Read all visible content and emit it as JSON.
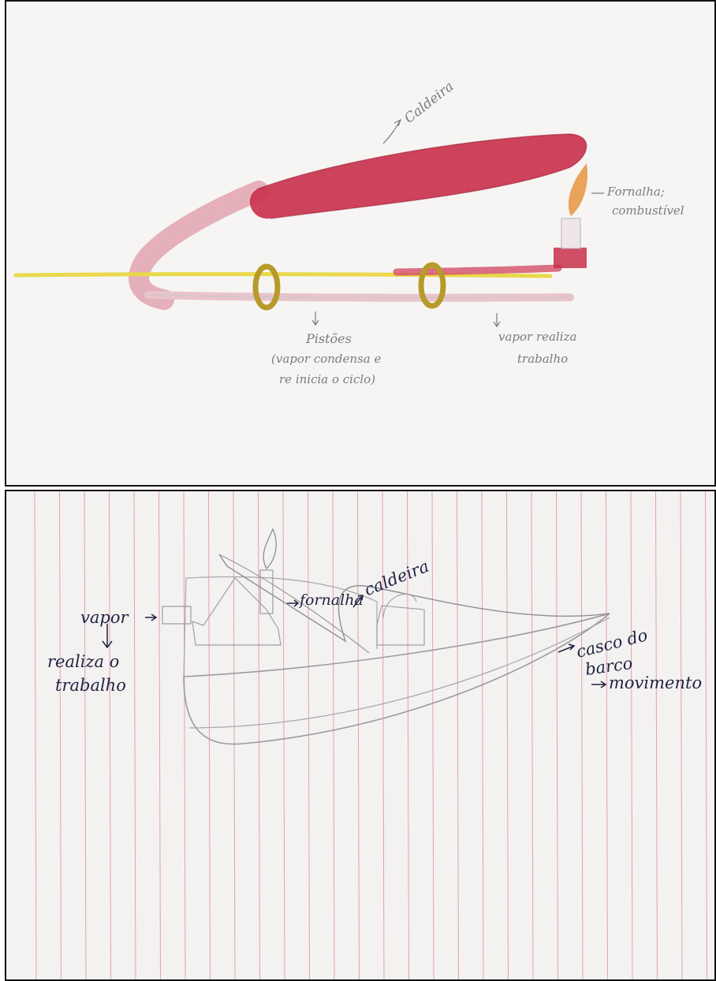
{
  "top_drawing": {
    "labels": {
      "caldeira": "Caldeira",
      "fornalha_line1": "Fornalha;",
      "fornalha_line2": "combustível",
      "pistoes": "Pistões",
      "pistoes_note_line1": "(vapor condensa e",
      "pistoes_note_line2": "re inicia o ciclo)",
      "vapor_line1": "vapor realiza",
      "vapor_line2": "trabalho"
    },
    "colors": {
      "boiler": "#c9304a",
      "pipe": "#e2a3ae",
      "rail": "#e8d84a",
      "ring": "#b89a2a",
      "flame": "#e9a35a"
    }
  },
  "bottom_drawing": {
    "labels": {
      "caldeira": "caldeira",
      "casco_line1": "casco do",
      "casco_line2": "barco",
      "fornalha": "fornalha",
      "vapor": "vapor",
      "realiza_line1": "realiza o",
      "realiza_line2": "trabalho",
      "movimento": "movimento"
    },
    "colors": {
      "ruling": "#e3a0ae",
      "sketch": "#9a9aa0"
    }
  }
}
